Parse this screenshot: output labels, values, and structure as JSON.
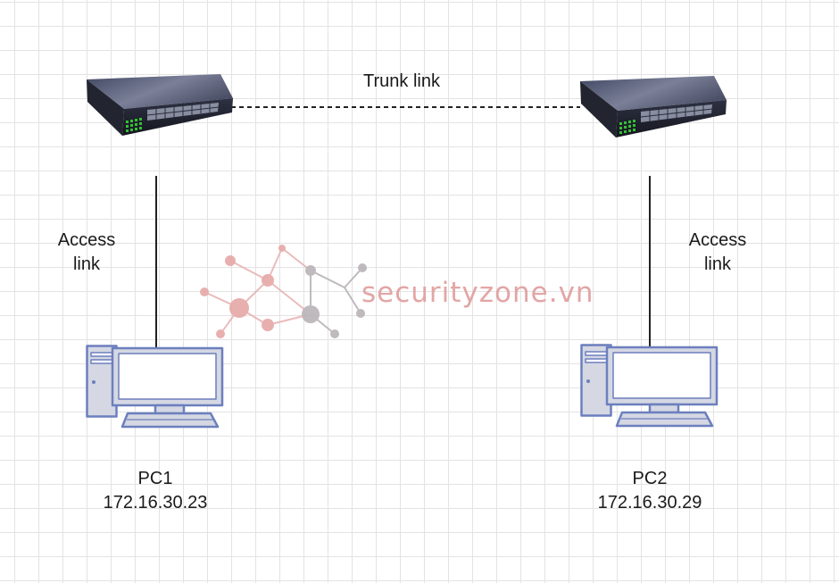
{
  "links": {
    "trunk_label": "Trunk link",
    "access_left_label": "Access\nlink",
    "access_right_label": "Access\nlink"
  },
  "devices": {
    "pc1": {
      "name": "PC1",
      "ip": "172.16.30.23"
    },
    "pc2": {
      "name": "PC2",
      "ip": "172.16.30.29"
    }
  },
  "watermark": {
    "text": "securityzone.vn"
  },
  "colors": {
    "pc_outline": "#6c7fbe",
    "pc_fill": "#d5d8e3",
    "switch_body": "#2a2d3d",
    "switch_led": "#34c034",
    "line": "#222222",
    "watermark": "#e3a5a5"
  }
}
